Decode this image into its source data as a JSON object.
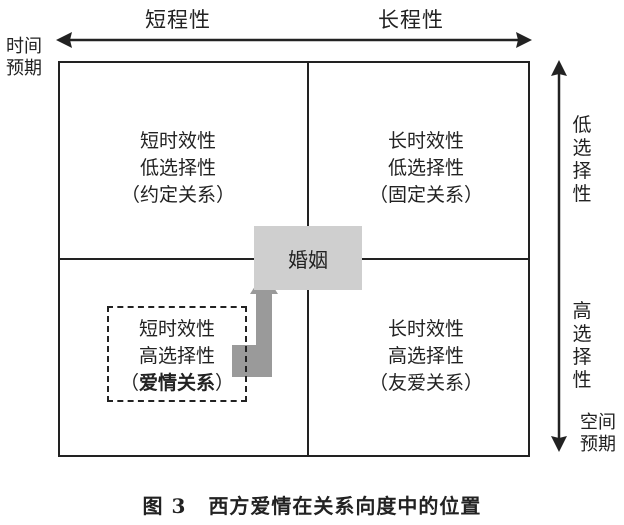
{
  "top": {
    "left_label": "短程性",
    "right_label": "长程性"
  },
  "time_axis": {
    "line1": "时间",
    "line2": "预期"
  },
  "space_axis": {
    "line1": "空间",
    "line2": "预期"
  },
  "right_side": {
    "upper": [
      "低",
      "选",
      "择",
      "性"
    ],
    "lower": [
      "高",
      "选",
      "择",
      "性"
    ]
  },
  "cells": {
    "top_left": [
      "短时效性",
      "低选择性",
      "（约定关系）"
    ],
    "top_right": [
      "长时效性",
      "低选择性",
      "（固定关系）"
    ],
    "bottom_left": [
      "短时效性",
      "高选择性",
      "（",
      "爱情关系",
      "）"
    ],
    "bottom_right": [
      "长时效性",
      "高选择性",
      "（友爱关系）"
    ]
  },
  "marriage_label": "婚姻",
  "caption": {
    "figure": "图 3",
    "text": "西方爱情在关系向度中的位置"
  },
  "colors": {
    "line": "#222222",
    "marriage_fill": "#cfcfcf",
    "arrow_fill": "#9a9a9a"
  }
}
